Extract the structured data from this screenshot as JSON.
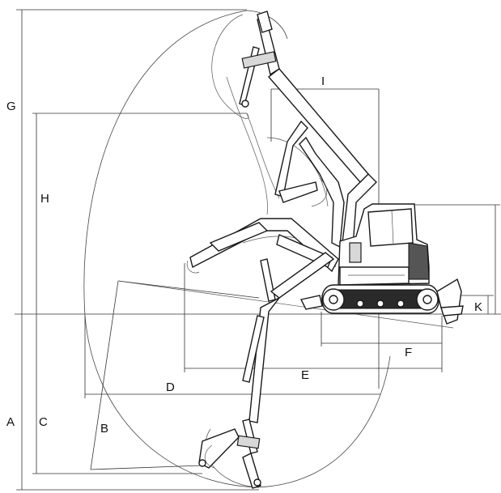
{
  "diagram": {
    "labels": {
      "A": "A",
      "B": "B",
      "C": "C",
      "D": "D",
      "E": "E",
      "F": "F",
      "G": "G",
      "H": "H",
      "I": "I",
      "K": "K"
    }
  }
}
